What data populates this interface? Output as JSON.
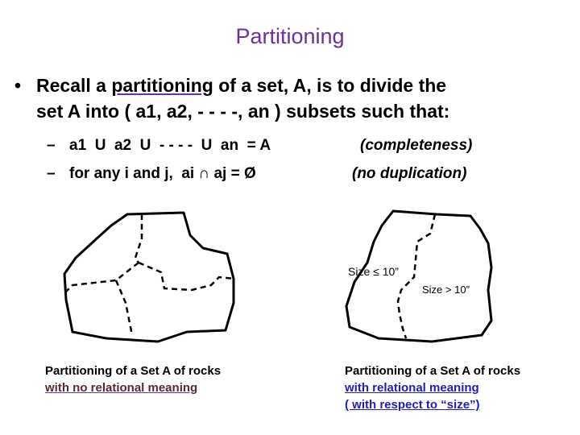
{
  "slide": {
    "title": "Partitioning",
    "bullet": {
      "symbol": "•",
      "text_before": "Recall a ",
      "underlined": "partitioning",
      "text_line1_after": " of a set, A, is to divide the",
      "text_line2": "set A into ( a1, a2, - - - -, an ) subsets such that:"
    },
    "sub_items": [
      {
        "dash": "–",
        "text": "a1  U  a2  U  - - - -  U  an  = A",
        "note": "(completeness)"
      },
      {
        "dash": "–",
        "text": "for any i and j,  ai ∩ aj = Ø",
        "note": "(no duplication)"
      }
    ],
    "left_figure": {
      "caption_line1": "Partitioning of a Set A of rocks",
      "caption_line2": "with no relational meaning"
    },
    "right_figure": {
      "label_small": "Size  ≤ 10”",
      "label_large": "Size > 10”",
      "caption_line1": "Partitioning of a Set A of rocks",
      "caption_line2": "with relational meaning",
      "caption_line3": "( with respect to “size”)"
    }
  },
  "colors": {
    "title": "#6b2fa0",
    "left_caption_underline": "#6b2fa0",
    "right_caption_link": "#1f1fb8"
  }
}
